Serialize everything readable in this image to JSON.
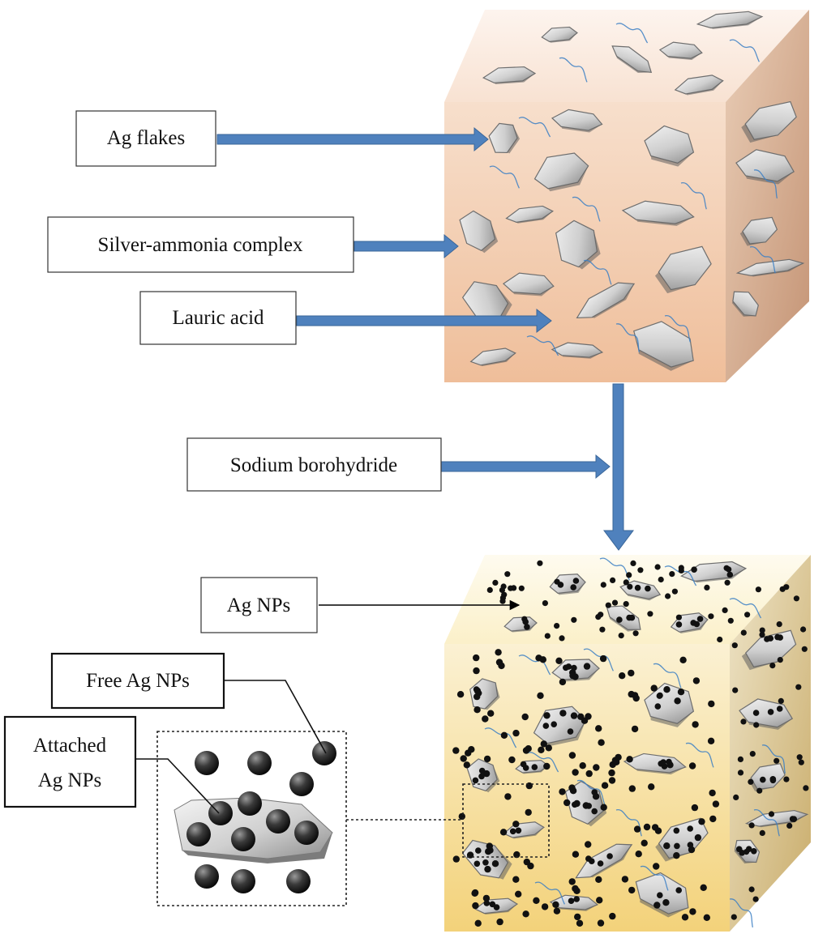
{
  "labels": {
    "ag_flakes": "Ag flakes",
    "silver_ammonia": "Silver-ammonia complex",
    "lauric_acid": "Lauric acid",
    "sodium_borohydride": "Sodium borohydride",
    "ag_nps": "Ag NPs",
    "free_ag_nps": "Free Ag NPs",
    "attached_line1": "Attached",
    "attached_line2": "Ag NPs"
  },
  "colors": {
    "arrow_blue": "#4f81bd",
    "arrow_blue_dark": "#3a6699",
    "cube1_front": "#f2c9a8",
    "cube2_front": "#f4dc8e",
    "flake_gray": "#c8c8c8",
    "nanoparticle": "#111111"
  }
}
